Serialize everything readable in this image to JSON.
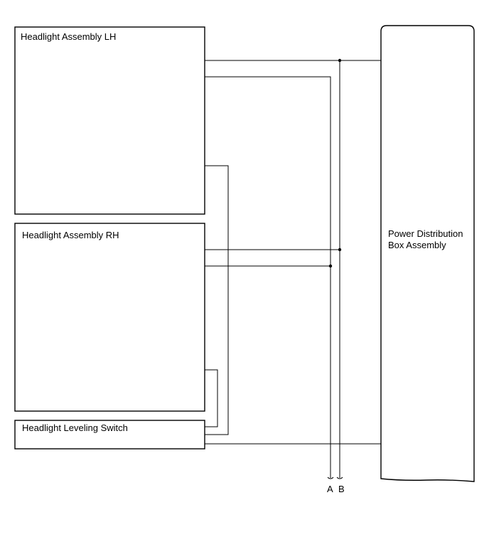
{
  "components": {
    "headlight_lh": "Headlight Assembly LH",
    "headlight_rh": "Headlight Assembly RH",
    "leveling_switch": "Headlight Leveling Switch",
    "pdb_line1": "Power Distribution",
    "pdb_line2": "Box Assembly"
  },
  "terminals": {
    "a": "A",
    "b": "B"
  }
}
